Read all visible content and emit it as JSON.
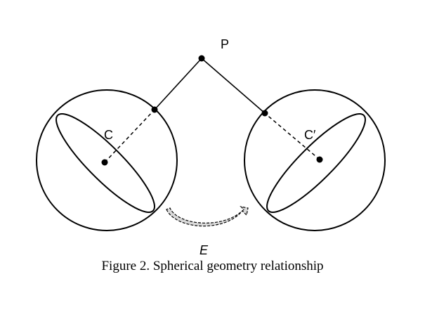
{
  "labels": {
    "point_p": "P",
    "center_c": "C",
    "center_c_prime": "C′",
    "transform_e": "E"
  },
  "caption": "Figure 2. Spherical geometry relationship",
  "colors": {
    "stroke": "#000000",
    "arrow_fill": "#d9d9d9"
  }
}
